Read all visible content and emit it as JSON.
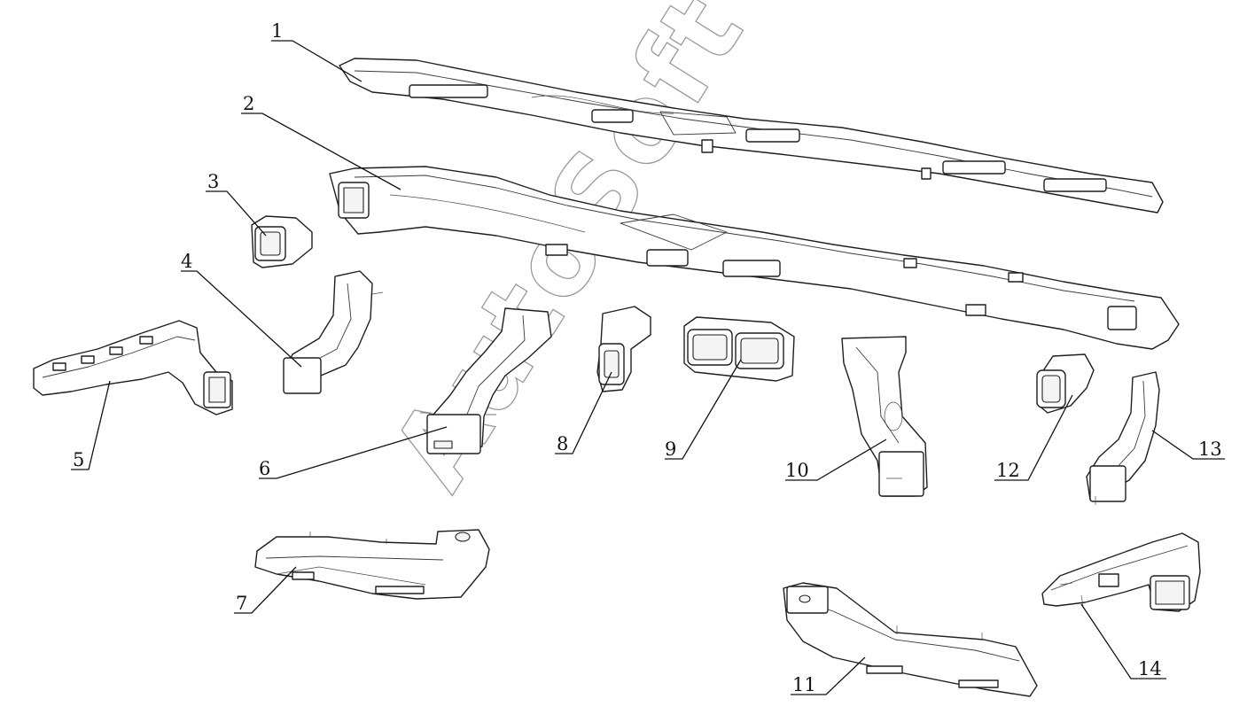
{
  "watermark": "AutoSoft",
  "callouts": [
    "1",
    "2",
    "3",
    "4",
    "5",
    "6",
    "7",
    "8",
    "9",
    "10",
    "11",
    "12",
    "13",
    "14"
  ],
  "colors": {
    "line": "#1e1e1e",
    "background": "#ffffff",
    "watermark": "#9a9a9a"
  }
}
